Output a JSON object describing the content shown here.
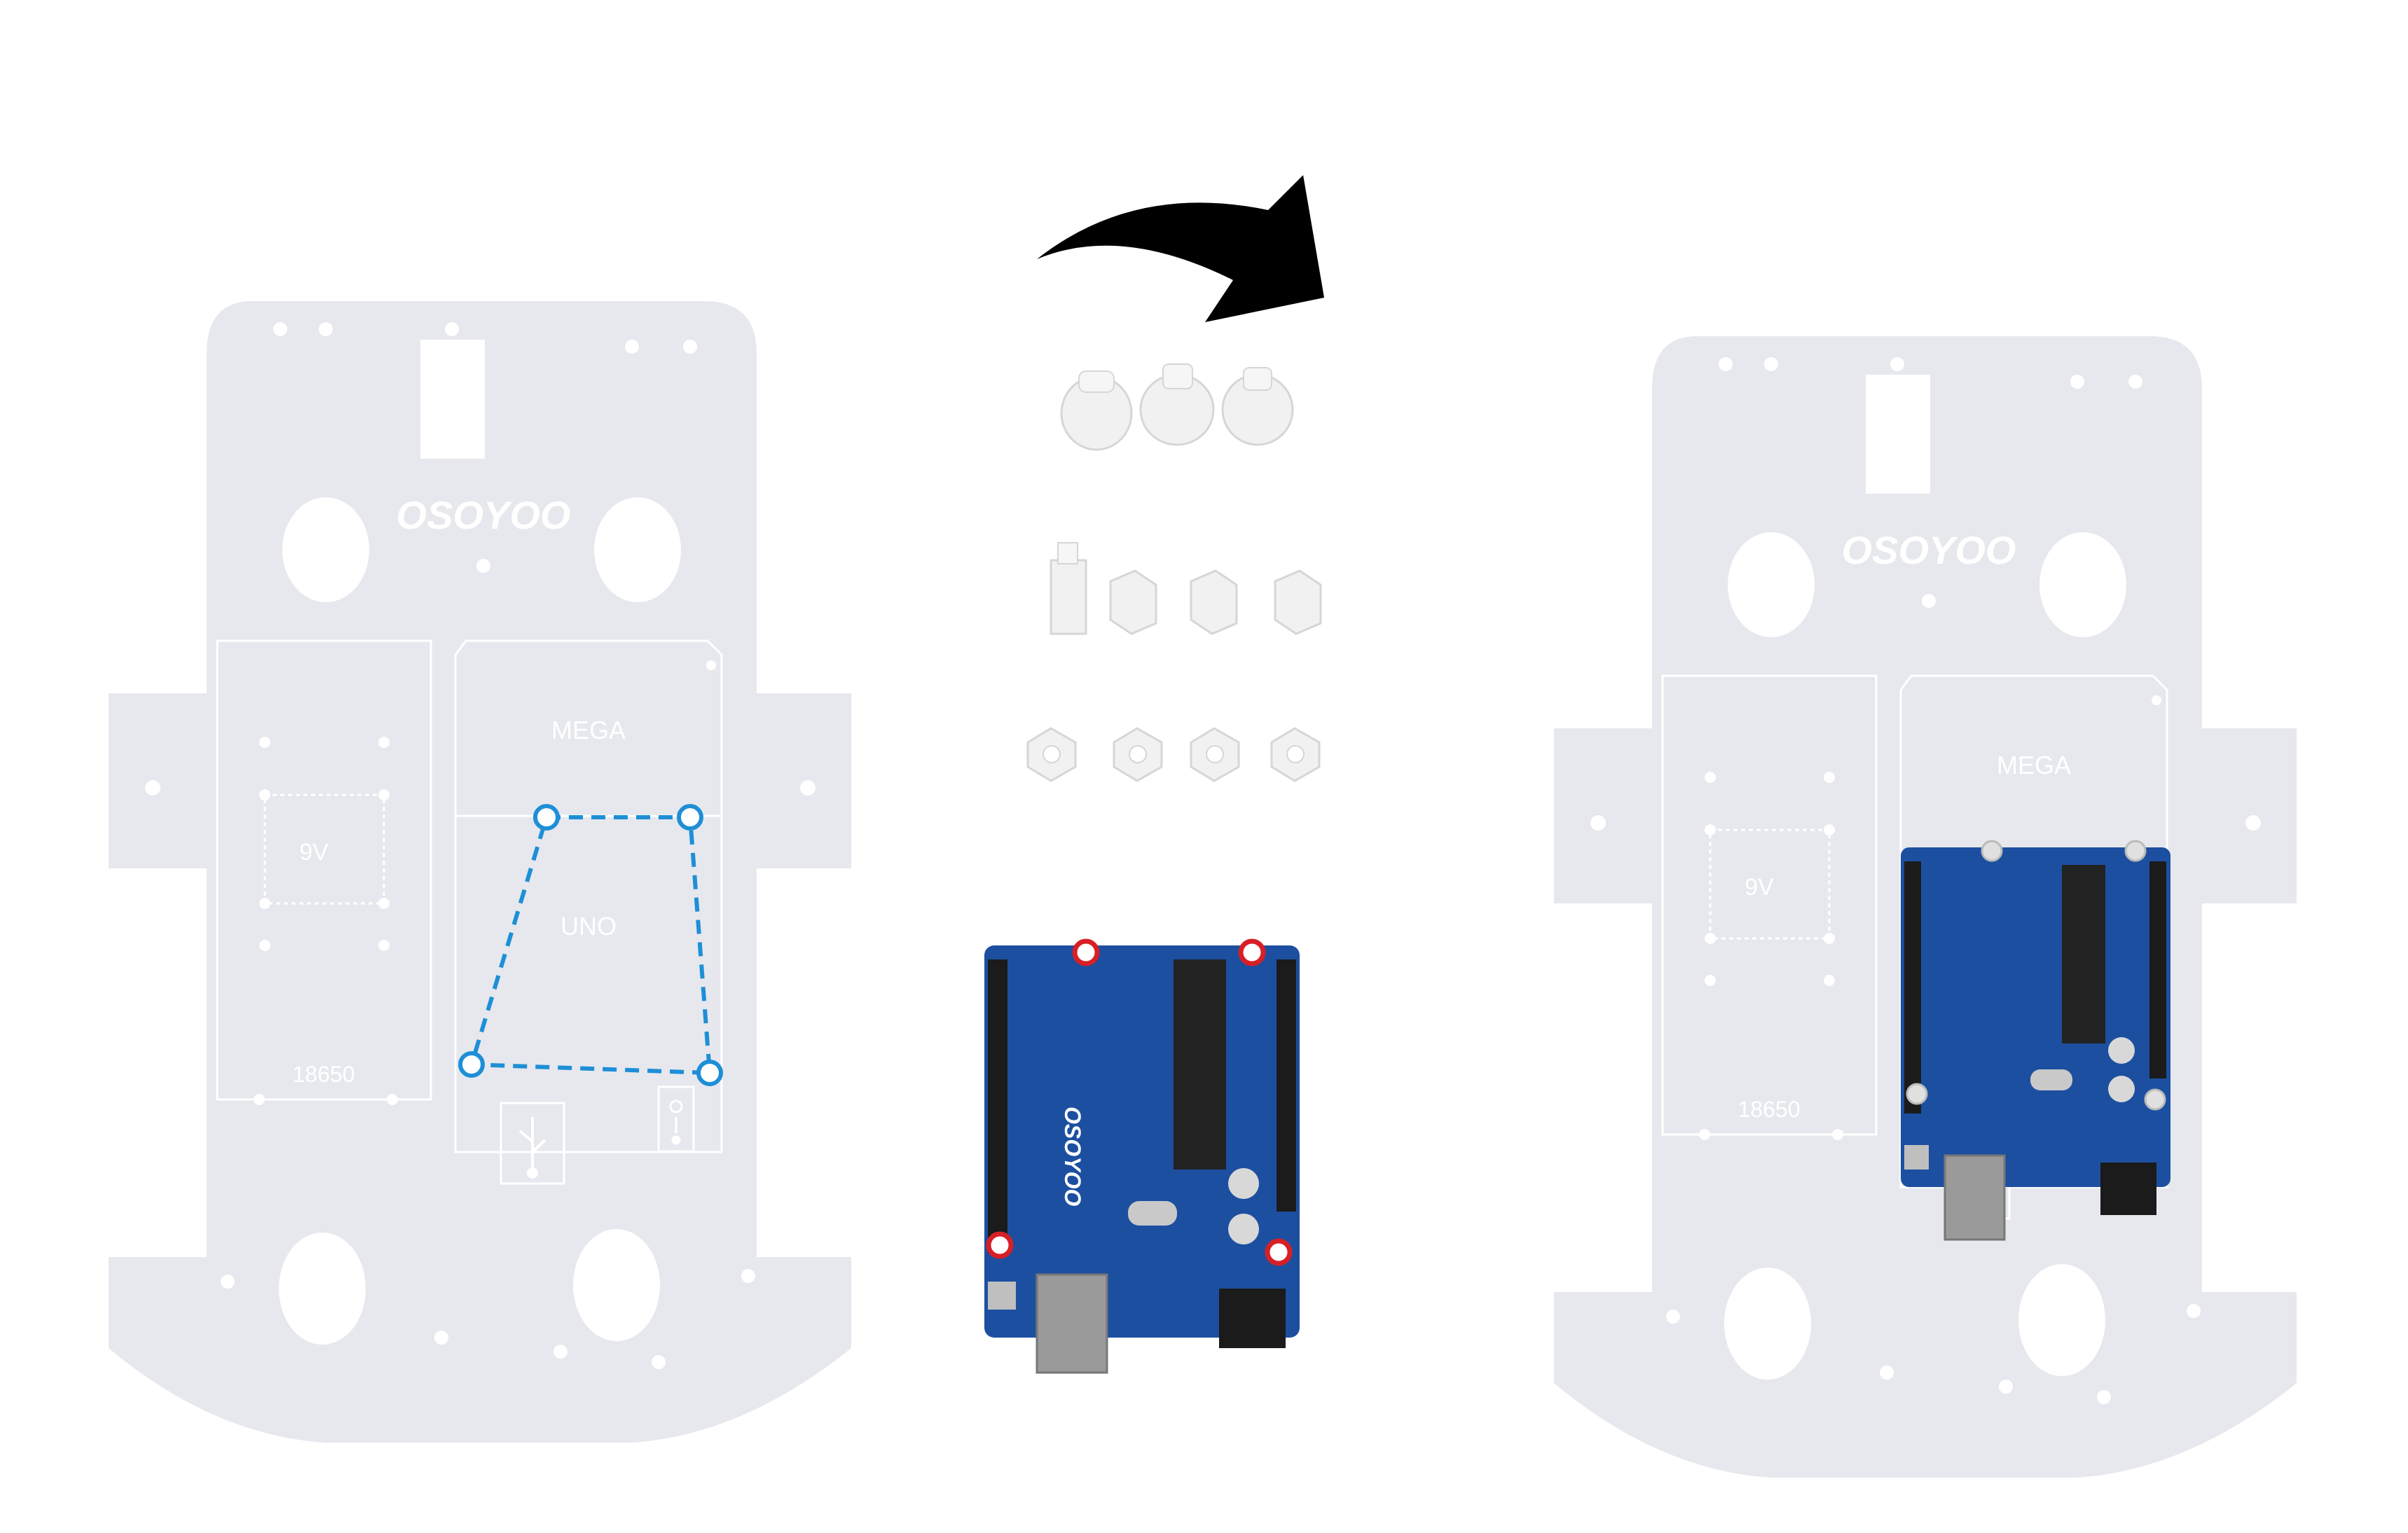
{
  "colors": {
    "chassis": "#e6e8ee",
    "chassis_outline": "#ffffff",
    "mount_guide": "#1e8fd6",
    "mount_hole_marker": "#d81f26",
    "board_blue": "#1c4fa0",
    "arrow": "#000000"
  },
  "left_chassis": {
    "logo": "OSOYOO",
    "slot_mega": "MEGA",
    "slot_uno": "UNO",
    "slot_9v": "9V",
    "slot_18650": "18650"
  },
  "right_chassis": {
    "logo": "OSOYOO",
    "slot_mega": "MEGA",
    "slot_9v": "9V",
    "slot_18650": "18650"
  },
  "board": {
    "brand": "OSOYOO"
  },
  "icons": {
    "arrow": "curved-arrow-icon",
    "usb": "usb-icon",
    "power": "power-jack-icon"
  }
}
